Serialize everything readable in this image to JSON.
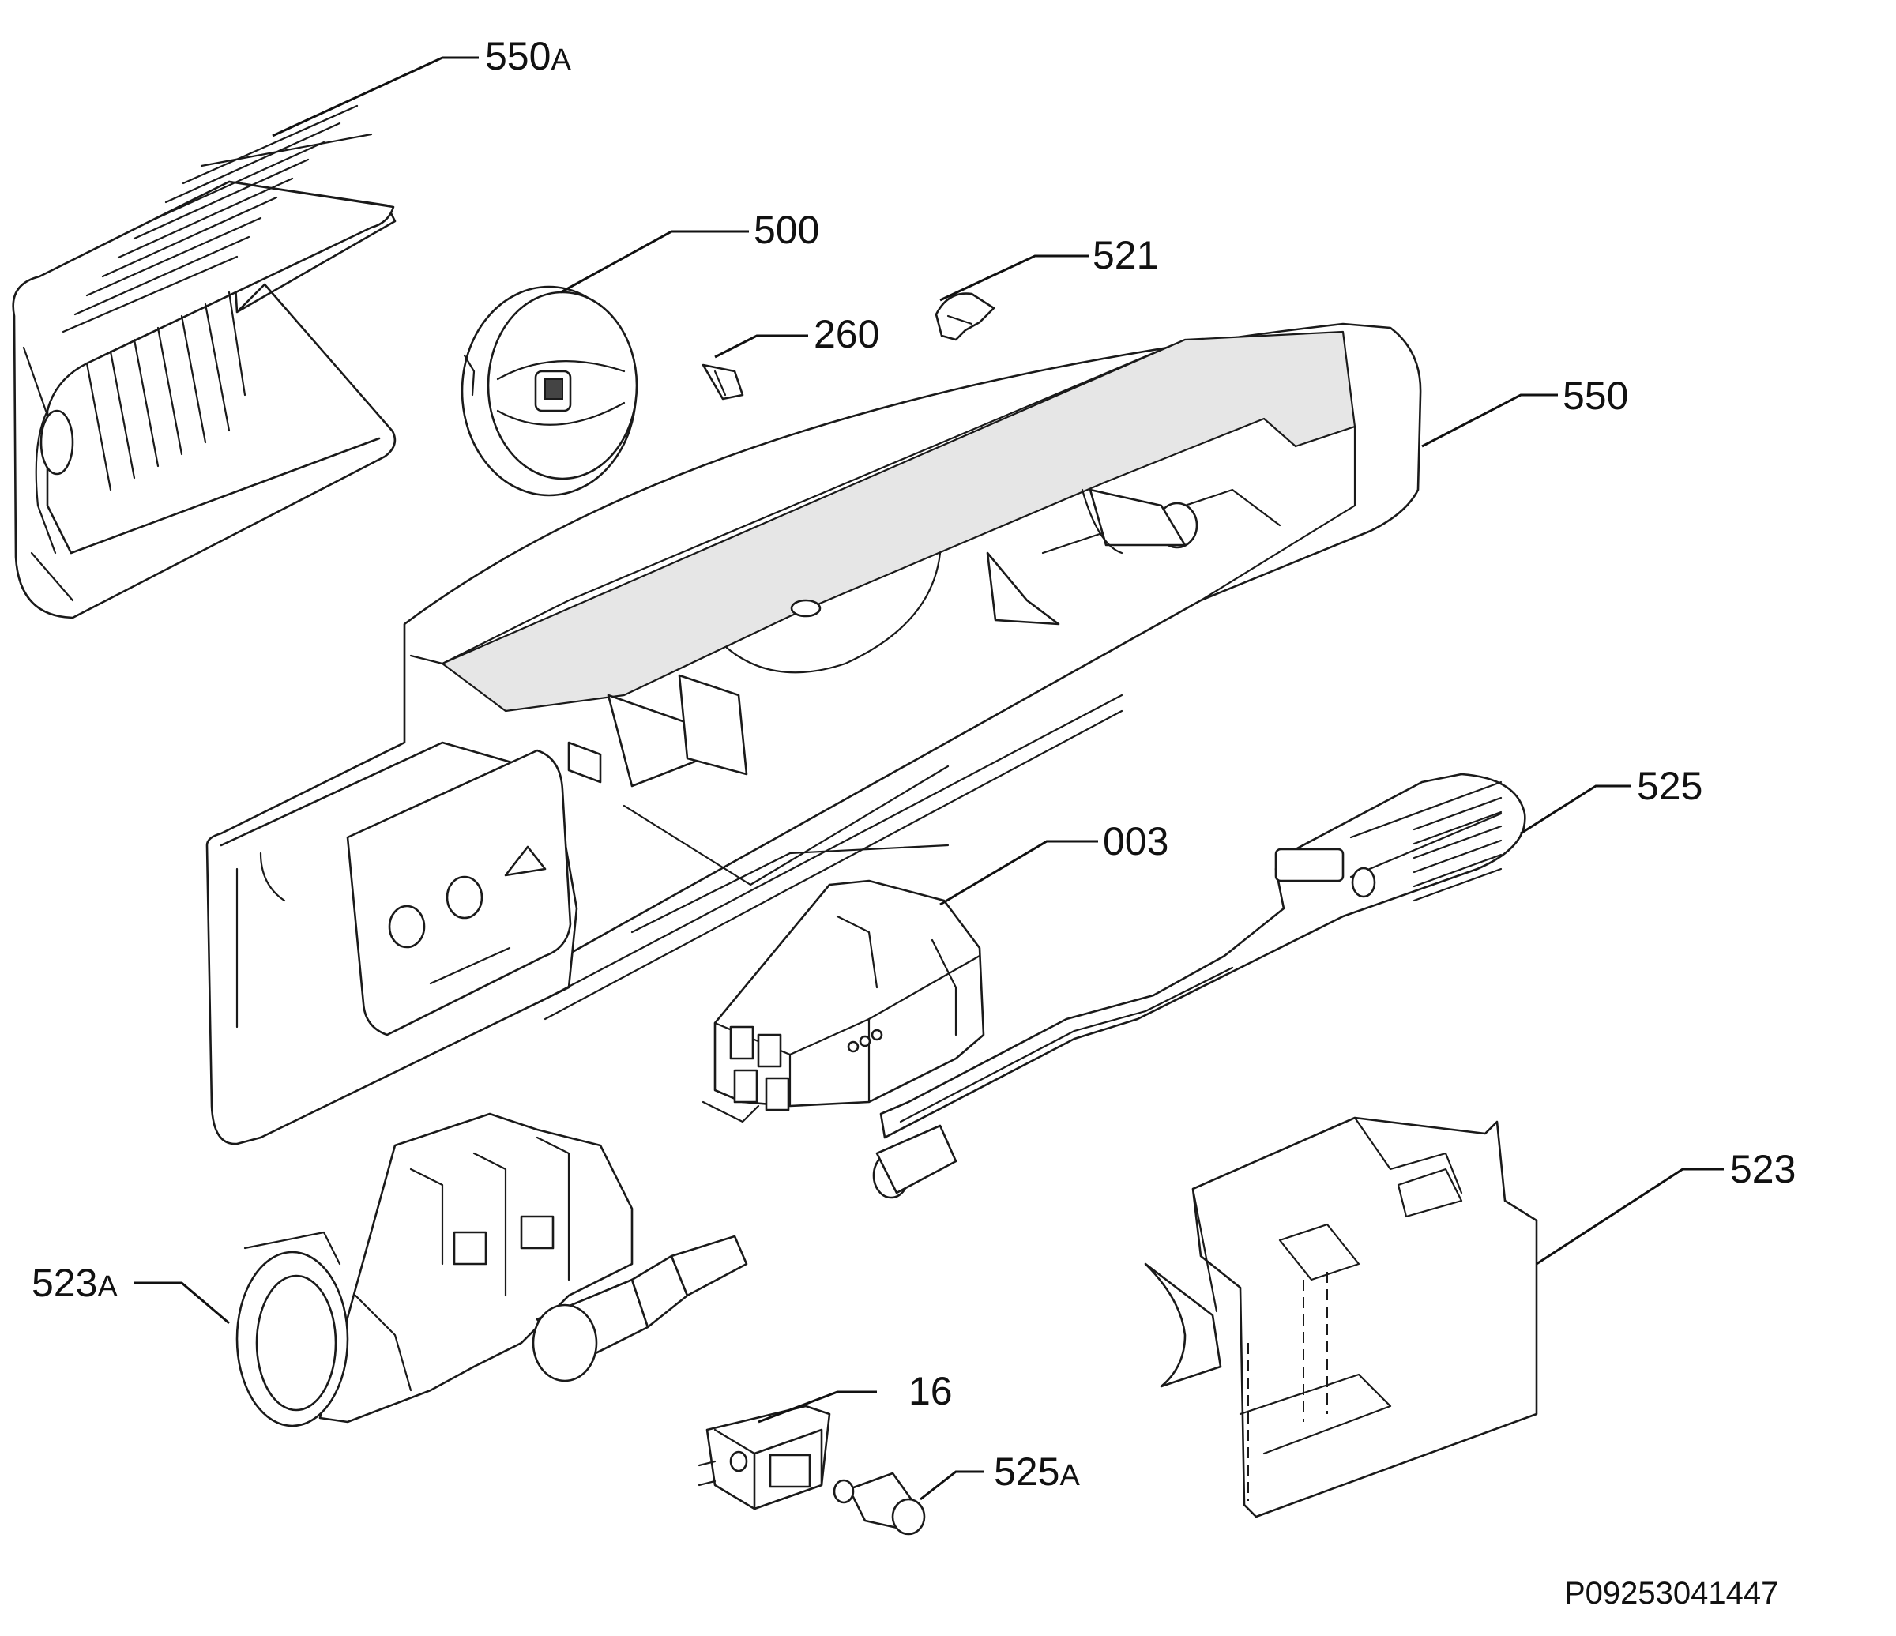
{
  "diagram": {
    "callouts": [
      {
        "id": "550a",
        "number": "550",
        "suffix": "A"
      },
      {
        "id": "500",
        "number": "500",
        "suffix": ""
      },
      {
        "id": "521",
        "number": "521",
        "suffix": ""
      },
      {
        "id": "260",
        "number": "260",
        "suffix": ""
      },
      {
        "id": "550",
        "number": "550",
        "suffix": ""
      },
      {
        "id": "525",
        "number": "525",
        "suffix": ""
      },
      {
        "id": "003",
        "number": "003",
        "suffix": ""
      },
      {
        "id": "523",
        "number": "523",
        "suffix": ""
      },
      {
        "id": "523a",
        "number": "523",
        "suffix": "A"
      },
      {
        "id": "16",
        "number": "16",
        "suffix": ""
      },
      {
        "id": "525a",
        "number": "525",
        "suffix": "A"
      }
    ],
    "document_id": "P09253041447"
  }
}
